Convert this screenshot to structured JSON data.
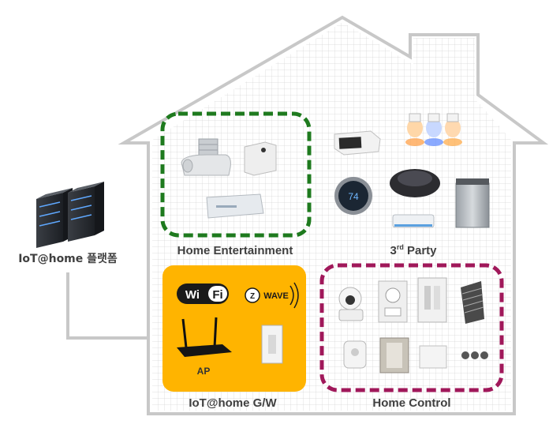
{
  "platform": {
    "label": "IoT@home 플랫폼"
  },
  "zones": {
    "entertainment": {
      "label": "Home Entertainment"
    },
    "third_party": {
      "label_main": "3",
      "label_sup": "rd",
      "label_rest": " Party"
    },
    "gateway": {
      "label": "IoT@home G/W",
      "wifi_logo": "WiFi",
      "zwave_logo": "Z WAVE",
      "ap_label": "AP"
    },
    "control": {
      "label": "Home Control"
    }
  },
  "colors": {
    "house_outline": "#c8c8c8",
    "entertainment_border": "#1e7a1e",
    "control_border": "#a0185a",
    "gateway_fill": "#ffb400",
    "grid_line": "#d4d4d4"
  },
  "icons": [
    "server-icon",
    "projector-icon",
    "router-box-icon",
    "settop-box-icon",
    "alarm-clock-icon",
    "smart-bulb-icon",
    "thermostat-icon",
    "robot-vacuum-icon",
    "air-conditioner-icon",
    "washing-machine-icon",
    "wifi-logo-icon",
    "zwave-logo-icon",
    "wireless-router-icon",
    "zwave-module-icon",
    "camera-icon",
    "switch-icon",
    "door-sensor-icon",
    "blind-icon",
    "smart-plug-icon",
    "gas-valve-icon",
    "sensor-hub-icon",
    "remote-icon"
  ]
}
